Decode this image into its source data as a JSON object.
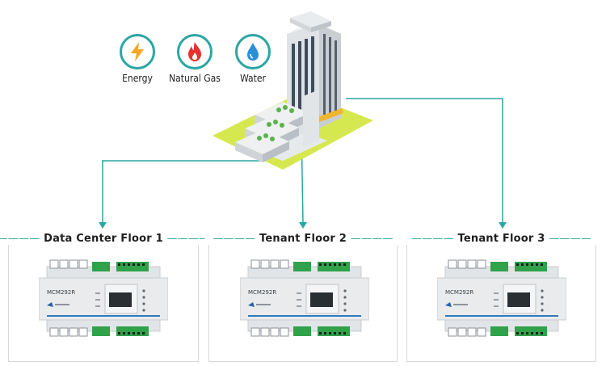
{
  "resources": [
    {
      "label": "Energy",
      "icon": "lightning-icon"
    },
    {
      "label": "Natural Gas",
      "icon": "flame-icon"
    },
    {
      "label": "Water",
      "icon": "water-drop-icon"
    }
  ],
  "floors": [
    {
      "title": "Data Center Floor 1",
      "device_model": "MCM292R"
    },
    {
      "title": "Tenant Floor 2",
      "device_model": "MCM292R"
    },
    {
      "title": "Tenant Floor 3",
      "device_model": "MCM292R"
    }
  ],
  "colors": {
    "accent": "#2ca6a4",
    "lawn": "#d6e84f",
    "icon_orange": "#f5a623",
    "icon_red": "#e8312a",
    "water_blue": "#2b8fd6"
  }
}
